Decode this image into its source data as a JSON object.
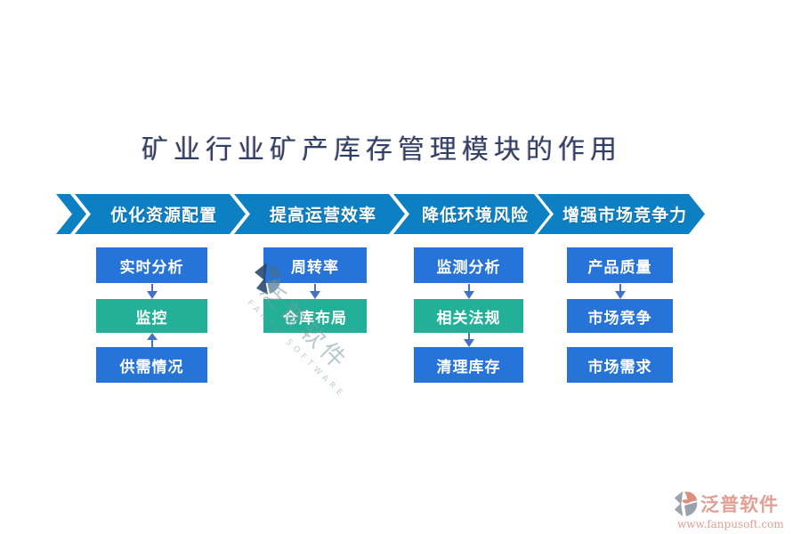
{
  "title": "矿业行业矿产库存管理模块的作用",
  "colors": {
    "banner_blue": "#0d80c4",
    "box_blue": "#2673da",
    "box_green": "#22b098",
    "connector_blue": "#4472c4",
    "title_navy": "#2e4068",
    "logo_salmon": "#e0a096",
    "logo_gray": "#9aa2ad"
  },
  "columns": [
    {
      "header": "优化资源配置",
      "boxes": [
        {
          "label": "实时分析",
          "style": "blue"
        },
        {
          "label": "监控",
          "style": "green"
        },
        {
          "label": "供需情况",
          "style": "blue"
        }
      ],
      "connectors": [
        "arrow-down",
        "arrow-up"
      ]
    },
    {
      "header": "提高运营效率",
      "boxes": [
        {
          "label": "周转率",
          "style": "blue"
        },
        {
          "label": "仓库布局",
          "style": "green"
        }
      ],
      "connectors": [
        "arrow-down"
      ]
    },
    {
      "header": "降低环境风险",
      "boxes": [
        {
          "label": "监测分析",
          "style": "blue"
        },
        {
          "label": "相关法规",
          "style": "green"
        },
        {
          "label": "清理库存",
          "style": "blue"
        }
      ],
      "connectors": [
        "arrow-down",
        "arrow-down"
      ]
    },
    {
      "header": "增强市场竞争力",
      "boxes": [
        {
          "label": "产品质量",
          "style": "blue"
        },
        {
          "label": "市场竞争",
          "style": "blue"
        },
        {
          "label": "市场需求",
          "style": "blue"
        }
      ],
      "connectors": [
        "arrow-down",
        "none"
      ]
    }
  ],
  "watermark": {
    "text": "泛普软件",
    "subtext": "FANPU SOFTWARE"
  },
  "logo": {
    "name": "泛普软件",
    "website": "www.fanpusoft.com"
  }
}
